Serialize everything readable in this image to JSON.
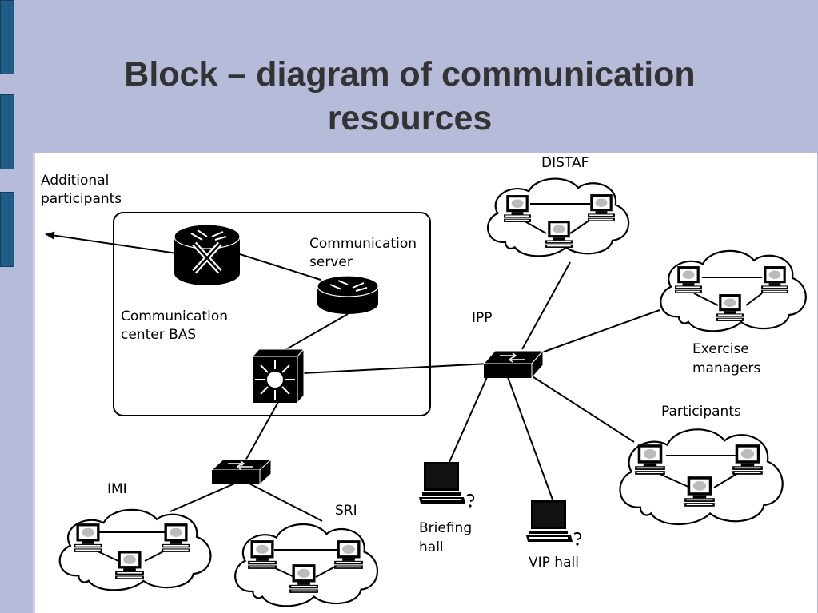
{
  "slide": {
    "title_line1": "Block – diagram of communication",
    "title_line2": "resources"
  },
  "diagram": {
    "labels": {
      "additional_1": "Additional",
      "additional_2": "participants",
      "comm_server_1": "Communication",
      "comm_server_2": "server",
      "comm_center_1": "Communication",
      "comm_center_2": "center BAS",
      "distaf": "DISTAF",
      "ipp": "IPP",
      "exercise_1": "Exercise",
      "exercise_2": "managers",
      "participants": "Participants",
      "imi": "IMI",
      "sri": "SRI",
      "briefing_1": "Briefing",
      "briefing_2": "hall",
      "vip": "VIP hall"
    },
    "icons": {
      "router": "router-icon",
      "switch": "switch-icon",
      "multilayer_switch": "multilayer-switch-icon",
      "workstation": "workstation-icon",
      "cloud": "cloud-icon"
    }
  }
}
